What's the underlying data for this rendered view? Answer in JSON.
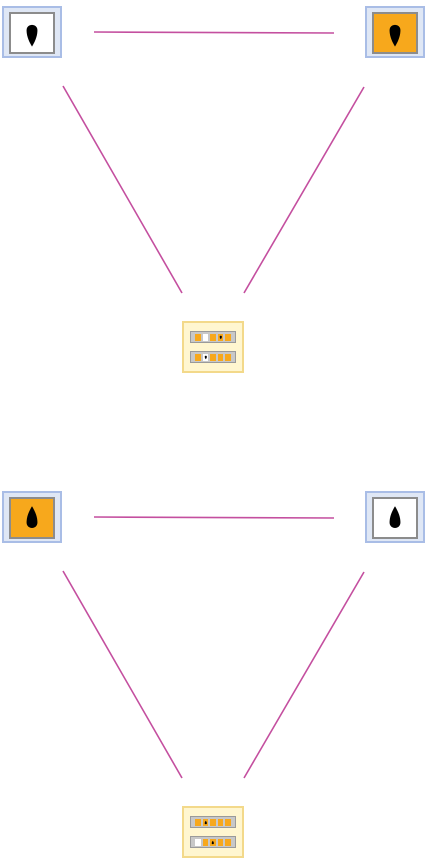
{
  "colors": {
    "edge": "#c44f9f",
    "node_fill_filled": "#f7a81c",
    "node_fill_empty": "#ffffff",
    "node_frame": "#dfe7f5",
    "node_border": "#a9bde6",
    "hub_fill": "#fff6d0",
    "hub_border": "#f3d98a",
    "bar_fill": "#c8c8c8",
    "cell_on": "#f7a81c",
    "cell_off": "#ffffff",
    "drop": "#000000"
  },
  "groups": [
    {
      "top_left": {
        "filled": false,
        "drop_icon": "drop-icon"
      },
      "top_right": {
        "filled": true,
        "drop_icon": "drop-icon"
      },
      "hub_rows": [
        {
          "cells": [
            "on",
            "off",
            "on",
            "on-drop",
            "on"
          ]
        },
        {
          "cells": [
            "on",
            "off-drop",
            "on",
            "on",
            "on"
          ]
        }
      ]
    },
    {
      "top_left": {
        "filled": true,
        "drop_icon": "drop-icon"
      },
      "top_right": {
        "filled": false,
        "drop_icon": "drop-icon"
      },
      "hub_rows": [
        {
          "cells": [
            "on",
            "on-drop",
            "on",
            "on",
            "on"
          ]
        },
        {
          "cells": [
            "off",
            "on",
            "on-drop",
            "on",
            "on"
          ]
        }
      ]
    }
  ]
}
